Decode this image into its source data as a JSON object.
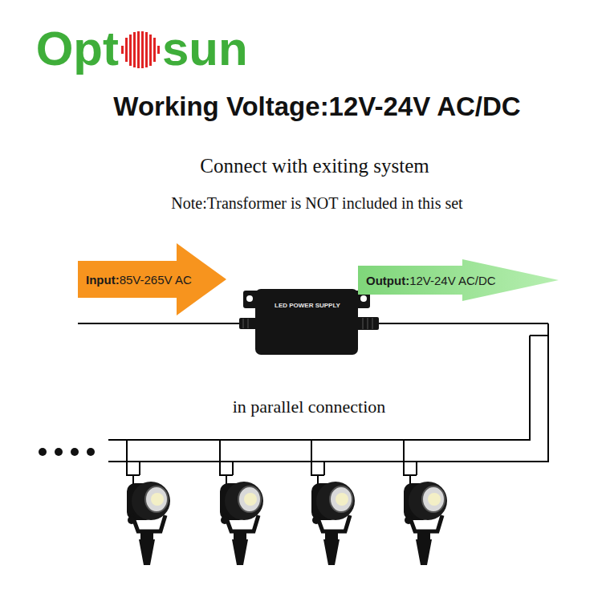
{
  "diagram": {
    "title": "Working Voltage:12V-24V AC/DC",
    "nodes": [
      {
        "text": [
          "Input:",
          "85V-265V AC"
        ]
      },
      {
        "text": [
          "LED POWER SUPPLY"
        ]
      },
      {
        "text": [
          "Output:",
          "12V-24V AC/DC"
        ]
      }
    ],
    "labels": [
      "Opt",
      "sun",
      "Connect with exiting system",
      "Note:Transformer is NOT included in this set",
      "in parallel connection"
    ]
  }
}
